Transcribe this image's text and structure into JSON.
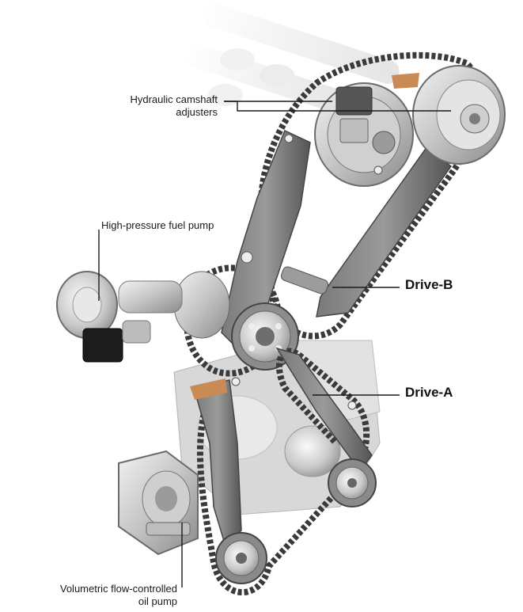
{
  "labels": {
    "camshaft_adjusters": {
      "line1": "Hydraulic camshaft",
      "line2": "adjusters"
    },
    "fuel_pump": "High-pressure fuel pump",
    "drive_b": "Drive-B",
    "drive_a": "Drive-A",
    "oil_pump": {
      "line1": "Volumetric flow-controlled",
      "line2": "oil pump"
    }
  },
  "colors": {
    "leader_line": "#1a1a1a",
    "chain": "#3a3a3a",
    "metal_light": "#d9d9d9",
    "metal_mid": "#a9a9a9",
    "metal_dark": "#6f6f6f",
    "guide_rail": "#5e5e5e",
    "slipper_pad": "#c98a55",
    "connector": "#1c1c1c"
  }
}
